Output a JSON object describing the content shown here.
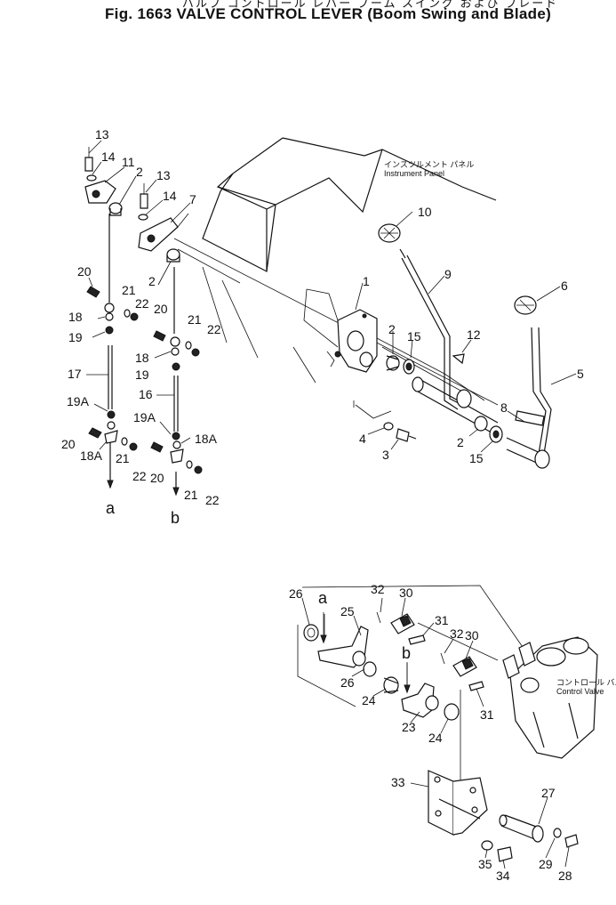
{
  "header": {
    "japanese_title": "バルブ  コントロール  レバー  ブーム スイング および ブレード",
    "figure_title": "Fig. 1663   VALVE CONTROL LEVER (Boom Swing and Blade)"
  },
  "annotations": {
    "panel_jp": "インスツルメント パネル",
    "panel_en": "Instrument Panel",
    "valve_jp": "コントロール バルブ",
    "valve_en": "Control Valve",
    "connector_a": "a",
    "connector_b": "b"
  },
  "callouts": [
    {
      "id": "c13a",
      "label": "13"
    },
    {
      "id": "c14a",
      "label": "14"
    },
    {
      "id": "c11",
      "label": "11"
    },
    {
      "id": "c2a",
      "label": "2"
    },
    {
      "id": "c13b",
      "label": "13"
    },
    {
      "id": "c14b",
      "label": "14"
    },
    {
      "id": "c7",
      "label": "7"
    },
    {
      "id": "c20a",
      "label": "20"
    },
    {
      "id": "c2b",
      "label": "2"
    },
    {
      "id": "c21a",
      "label": "21"
    },
    {
      "id": "c22a",
      "label": "22"
    },
    {
      "id": "c18a",
      "label": "18"
    },
    {
      "id": "c20b",
      "label": "20"
    },
    {
      "id": "c19a",
      "label": "19"
    },
    {
      "id": "c21b",
      "label": "21"
    },
    {
      "id": "c22b",
      "label": "22"
    },
    {
      "id": "c18b",
      "label": "18"
    },
    {
      "id": "c17",
      "label": "17"
    },
    {
      "id": "c19b",
      "label": "19"
    },
    {
      "id": "c16",
      "label": "16"
    },
    {
      "id": "c19Aa",
      "label": "19A"
    },
    {
      "id": "c19Ab",
      "label": "19A"
    },
    {
      "id": "c18Aa",
      "label": "18A"
    },
    {
      "id": "c20c",
      "label": "20"
    },
    {
      "id": "c18Ab",
      "label": "18A"
    },
    {
      "id": "c21c",
      "label": "21"
    },
    {
      "id": "c22c",
      "label": "22"
    },
    {
      "id": "c20d",
      "label": "20"
    },
    {
      "id": "c21d",
      "label": "21"
    },
    {
      "id": "c22d",
      "label": "22"
    },
    {
      "id": "c10",
      "label": "10"
    },
    {
      "id": "c1",
      "label": "1"
    },
    {
      "id": "c9",
      "label": "9"
    },
    {
      "id": "c6",
      "label": "6"
    },
    {
      "id": "c2c",
      "label": "2"
    },
    {
      "id": "c15a",
      "label": "15"
    },
    {
      "id": "c12",
      "label": "12"
    },
    {
      "id": "c5",
      "label": "5"
    },
    {
      "id": "c8",
      "label": "8"
    },
    {
      "id": "c4",
      "label": "4"
    },
    {
      "id": "c3",
      "label": "3"
    },
    {
      "id": "c2d",
      "label": "2"
    },
    {
      "id": "c15b",
      "label": "15"
    },
    {
      "id": "c26a",
      "label": "26"
    },
    {
      "id": "c32a",
      "label": "32"
    },
    {
      "id": "c30a",
      "label": "30"
    },
    {
      "id": "c25",
      "label": "25"
    },
    {
      "id": "c31a",
      "label": "31"
    },
    {
      "id": "c32b",
      "label": "32"
    },
    {
      "id": "c30b",
      "label": "30"
    },
    {
      "id": "c26b",
      "label": "26"
    },
    {
      "id": "c24a",
      "label": "24"
    },
    {
      "id": "c23",
      "label": "23"
    },
    {
      "id": "c24b",
      "label": "24"
    },
    {
      "id": "c31b",
      "label": "31"
    },
    {
      "id": "c33",
      "label": "33"
    },
    {
      "id": "c27",
      "label": "27"
    },
    {
      "id": "c35",
      "label": "35"
    },
    {
      "id": "c34",
      "label": "34"
    },
    {
      "id": "c29",
      "label": "29"
    },
    {
      "id": "c28",
      "label": "28"
    }
  ]
}
